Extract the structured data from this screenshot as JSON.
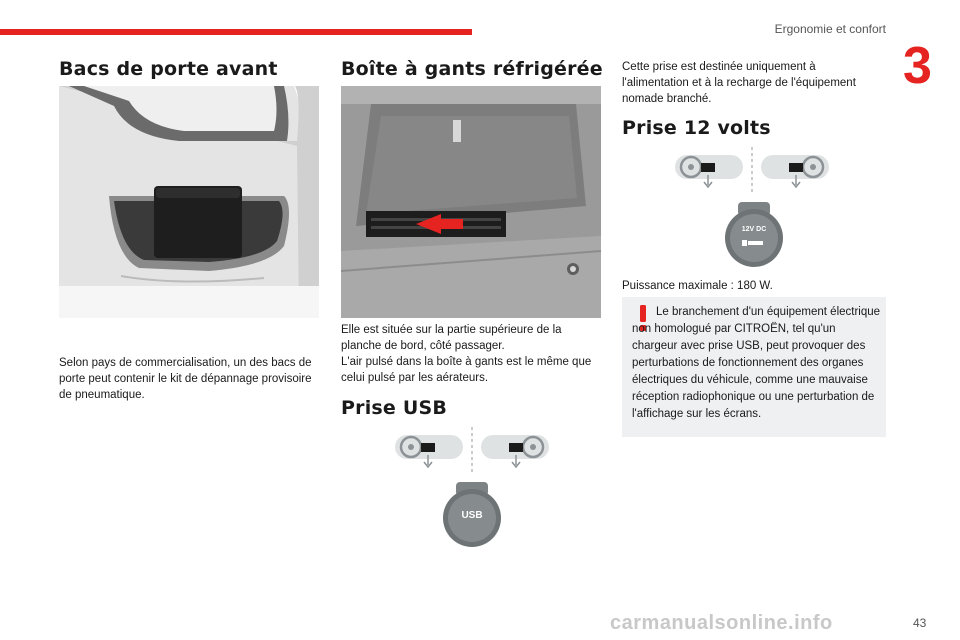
{
  "header": {
    "section_title": "Ergonomie et confort",
    "chapter_number": "3",
    "accent_color": "#e52320"
  },
  "col1": {
    "title": "Bacs de porte avant",
    "text": "Selon pays de commercialisation, un des bacs de porte peut contenir le kit de dépannage provisoire de pneumatique."
  },
  "col2": {
    "title": "Boîte à gants réfrigérée",
    "text_1": "Elle est située sur la partie supérieure de la planche de bord, côté passager.",
    "text_2": "L'air pulsé dans la boîte à gants est le même que celui pulsé par les aérateurs.",
    "usb_title": "Prise USB",
    "usb_socket_label": "USB"
  },
  "col3": {
    "intro": "Cette prise est destinée uniquement à l'alimentation et à la recharge de l'équipement nomade branché.",
    "title": "Prise 12 volts",
    "socket_label": "12V DC",
    "max_power": "Puissance maximale : 180 W.",
    "warning": "Le branchement d'un équipement électrique non homologué par CITROËN, tel qu'un chargeur avec prise USB, peut provoquer des perturbations de fonctionnement des organes électriques du véhicule, comme une mauvaise réception radiophonique ou une perturbation de l'affichage sur les écrans."
  },
  "footer": {
    "page_number": "43",
    "watermark": "carmanualsonline.info"
  }
}
